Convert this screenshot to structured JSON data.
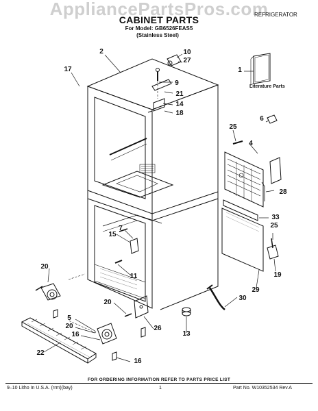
{
  "watermark": "AppliancePartsPros.com",
  "title": "CABINET PARTS",
  "model_line": "For Model: GB6526FEAS5",
  "finish": "(Stainless Steel)",
  "category": "REFRIGERATOR",
  "literature_label": "Literature Parts",
  "order_note": "FOR ORDERING INFORMATION REFER TO PARTS PRICE LIST",
  "footer": {
    "litho": "9–10 Litho In U.S.A. (rrm)(bay)",
    "page": "1",
    "part_no": "Part No. W10352534 Rev.A"
  },
  "callouts": [
    {
      "id": "c2",
      "label": "2"
    },
    {
      "id": "c10",
      "label": "10"
    },
    {
      "id": "c27",
      "label": "27"
    },
    {
      "id": "c17",
      "label": "17"
    },
    {
      "id": "c9",
      "label": "9"
    },
    {
      "id": "c1",
      "label": "1"
    },
    {
      "id": "c21",
      "label": "21"
    },
    {
      "id": "c14",
      "label": "14"
    },
    {
      "id": "c18",
      "label": "18"
    },
    {
      "id": "c6",
      "label": "6"
    },
    {
      "id": "c25a",
      "label": "25"
    },
    {
      "id": "c4",
      "label": "4"
    },
    {
      "id": "c28",
      "label": "28"
    },
    {
      "id": "c33",
      "label": "33"
    },
    {
      "id": "c25b",
      "label": "25"
    },
    {
      "id": "c7",
      "label": "7"
    },
    {
      "id": "c15",
      "label": "15"
    },
    {
      "id": "c19",
      "label": "19"
    },
    {
      "id": "c20a",
      "label": "20"
    },
    {
      "id": "c11",
      "label": "11"
    },
    {
      "id": "c29",
      "label": "29"
    },
    {
      "id": "c30",
      "label": "30"
    },
    {
      "id": "c20b",
      "label": "20"
    },
    {
      "id": "c5",
      "label": "5"
    },
    {
      "id": "c20c",
      "label": "20"
    },
    {
      "id": "c16a",
      "label": "16"
    },
    {
      "id": "c26",
      "label": "26"
    },
    {
      "id": "c13",
      "label": "13"
    },
    {
      "id": "c22",
      "label": "22"
    },
    {
      "id": "c16b",
      "label": "16"
    }
  ]
}
